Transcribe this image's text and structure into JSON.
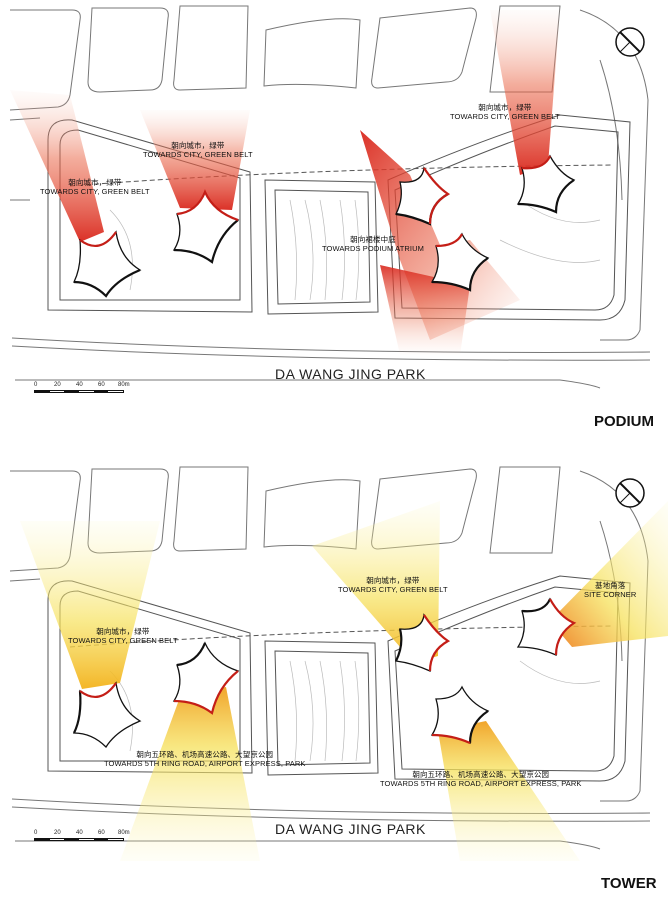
{
  "podium": {
    "title": "PODIUM",
    "park_label": "DA WANG JING PARK",
    "scale_ticks": [
      "0",
      "20",
      "40",
      "60",
      "80m"
    ],
    "labels": [
      {
        "zh": "朝向城市，绿带",
        "en": "TOWARDS CITY, GREEN BELT"
      },
      {
        "zh": "朝向城市，绿带",
        "en": "TOWARDS CITY, GREEN BELT"
      },
      {
        "zh": "朝向城市，绿带",
        "en": "TOWARDS CITY, GREEN BELT"
      },
      {
        "zh": "朝向裙楼中庭",
        "en": "TOWARDS PODIUM ATRIUM"
      }
    ],
    "view_color": "#e03a2a"
  },
  "tower": {
    "title": "TOWER",
    "park_label": "DA WANG JING PARK",
    "scale_ticks": [
      "0",
      "20",
      "40",
      "60",
      "80m"
    ],
    "labels": [
      {
        "zh": "朝向城市，绿带",
        "en": "TOWARDS CITY, GREEN BELT"
      },
      {
        "zh": "朝向城市，绿带",
        "en": "TOWARDS CITY, GREEN BELT"
      },
      {
        "zh": "基地角落",
        "en": "SITE CORNER"
      },
      {
        "zh": "朝向五环路、机场高速公路、大望京公园",
        "en": "TOWARDS 5TH RING ROAD, AIRPORT EXPRESS, PARK"
      },
      {
        "zh": "朝向五环路、机场高速公路、大望京公园",
        "en": "TOWARDS 5TH RING ROAD, AIRPORT EXPRESS, PARK"
      }
    ],
    "view_color": "#f2e14a",
    "edge_color": "#e03a2a"
  }
}
